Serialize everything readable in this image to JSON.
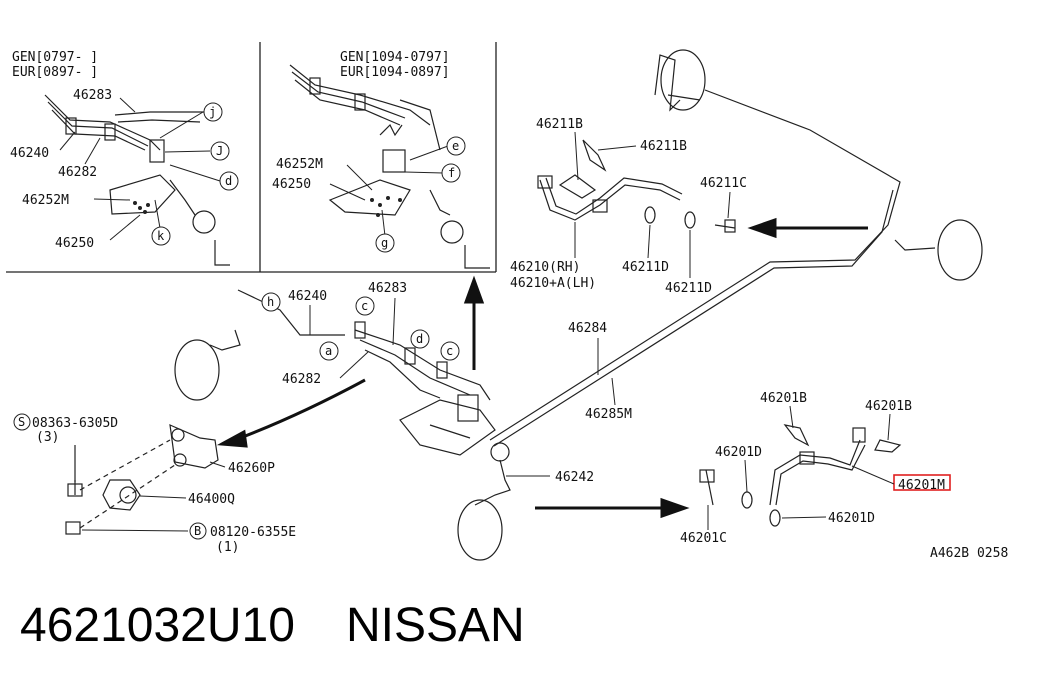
{
  "inset_left": {
    "header": [
      "GEN[0797-     ]",
      "EUR[0897-     ]"
    ],
    "labels": [
      "46283",
      "46240",
      "46282",
      "46252M",
      "46250"
    ],
    "circles": [
      "j",
      "J",
      "d",
      "k"
    ]
  },
  "inset_right": {
    "header": [
      "GEN[1094-0797]",
      "EUR[1094-0897]"
    ],
    "labels": [
      "46252M",
      "46250"
    ],
    "circles": [
      "e",
      "f",
      "g"
    ]
  },
  "main": {
    "hose_front": [
      "46211B",
      "46211B",
      "46211C",
      "46210(RH)",
      "46210+A(LH)",
      "46211D",
      "46211D"
    ],
    "pipes": [
      "46240",
      "46283",
      "46282",
      "46284",
      "46285M",
      "46242"
    ],
    "circles": [
      "h",
      "c",
      "a",
      "d",
      "c"
    ],
    "valve": [
      "08363-6305D",
      "(3)",
      "46260P",
      "46400Q",
      "08120-6355E",
      "(1)"
    ],
    "valve_circles": [
      "S",
      "B"
    ],
    "hose_rear": [
      "46201B",
      "46201B",
      "46201D",
      "46201M",
      "46201D",
      "46201C"
    ],
    "code": "A462B 0258",
    "highlight_color": "#e02020"
  },
  "footer": {
    "part_number": "4621032U10",
    "brand": "NISSAN"
  }
}
